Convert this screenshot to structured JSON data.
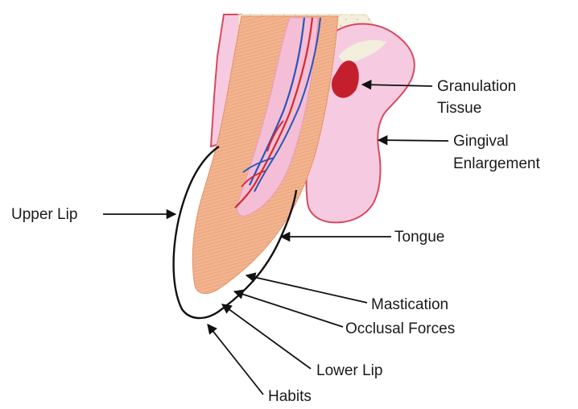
{
  "labels": {
    "granulation_line1": "Granulation",
    "granulation_line2": "Tissue",
    "gingival_line1": "Gingival",
    "gingival_line2": "Enlargement",
    "upper_lip": "Upper Lip",
    "tongue": "Tongue",
    "mastication": "Mastication",
    "occlusal_forces": "Occlusal Forces",
    "lower_lip": "Lower Lip",
    "habits": "Habits"
  },
  "colors": {
    "bone_fill": "#f3efdc",
    "gingiva_fill": "#f6cbe1",
    "gingiva_outline": "#d9485f",
    "tooth_fill": "#f2b48e",
    "tooth_fiber": "#d97a52",
    "pulp_fill": "#f4bed6",
    "artery": "#d62a2a",
    "vein": "#2a55b8",
    "granulation": "#c41f2c",
    "arrow": "#111111",
    "text": "#1a1a1a"
  }
}
